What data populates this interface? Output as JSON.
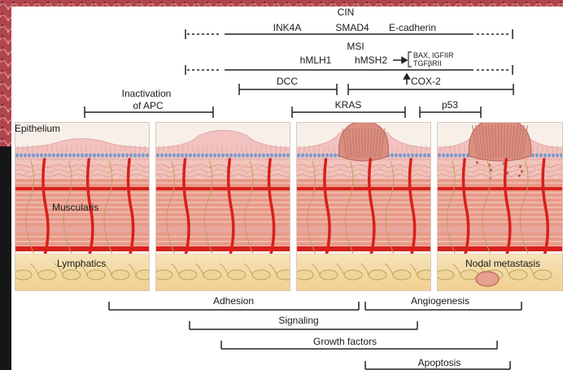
{
  "top_markers": {
    "cin": "CIN",
    "ink4a": "INK4A",
    "smad4": "SMAD4",
    "ecadherin": "E-cadherin",
    "msi": "MSI",
    "hmlh1": "hMLH1",
    "hmsh2": "hMSH2",
    "bax_igfiir": "BAX, IGFIIR",
    "tgfbrii": "TGFβRII",
    "dcc": "DCC",
    "cox2": "COX-2",
    "inactivation_line1": "Inactivation",
    "inactivation_line2": "of APC",
    "kras": "KRAS",
    "p53": "p53"
  },
  "tissue_labels": {
    "epithelium": "Epithelium",
    "muscularis": "Muscularis",
    "lymphatics": "Lymphatics",
    "nodal_metastasis": "Nodal metastasis"
  },
  "processes": {
    "adhesion": "Adhesion",
    "angiogenesis": "Angiogenesis",
    "signaling": "Signaling",
    "growth_factors": "Growth factors",
    "apoptosis": "Apoptosis"
  },
  "colors": {
    "frame_dark": "#151515",
    "background_tissue": "#b34a4a",
    "panel_bg": "#f7efe8",
    "epithelium_pink": "#f1c2bf",
    "nuclei_blue": "#7d9ac8",
    "lamina": "#e9a69c",
    "muscle_band": "#e79c8c",
    "muscle_stripe": "#f4c3b6",
    "vessel_red": "#d7201c",
    "lymph_yellow": "#f3d9a0",
    "tumor": "#d98e7e"
  }
}
